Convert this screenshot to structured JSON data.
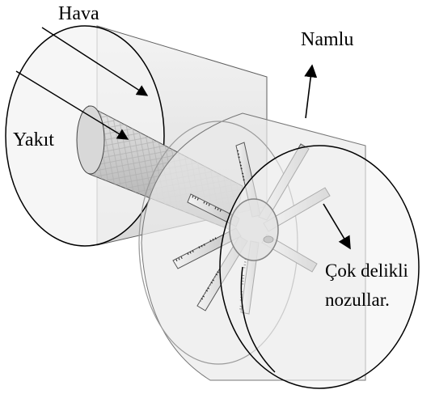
{
  "labels": {
    "hava": "Hava",
    "yakit": "Yakıt",
    "namlu": "Namlu",
    "cok_delikli_line1": "Çok delikli",
    "cok_delikli_line2": "nozullar."
  }
}
